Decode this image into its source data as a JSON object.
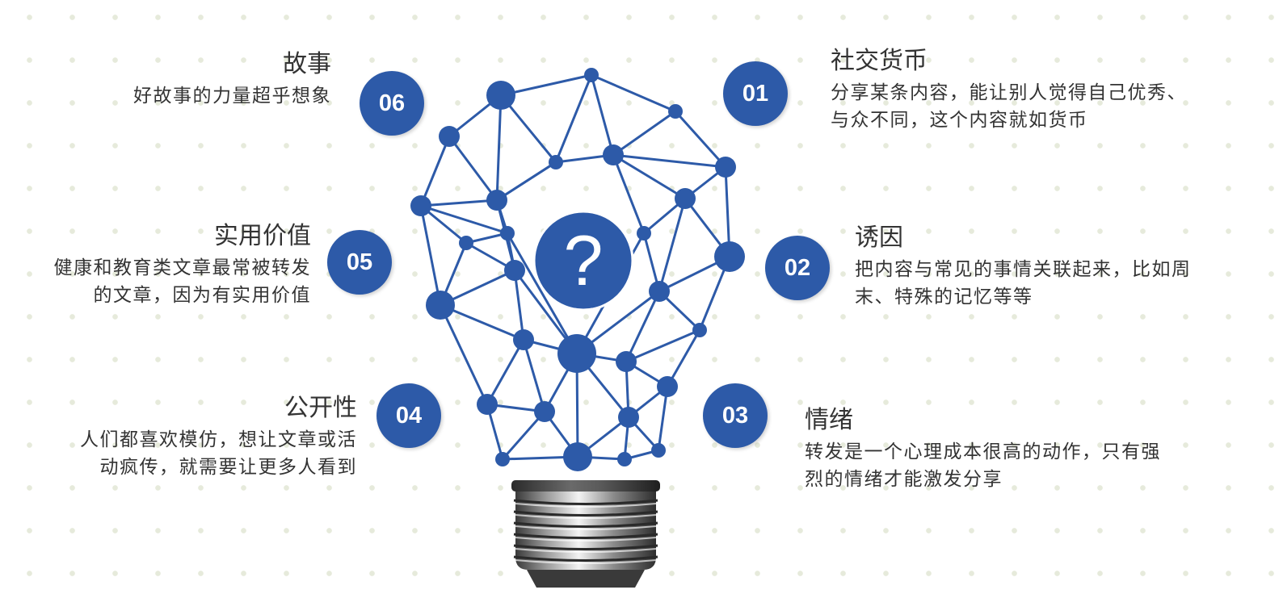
{
  "center": {
    "symbol": "?"
  },
  "items": [
    {
      "num": "01",
      "title": "社交货币",
      "lines": [
        "分享某条内容，能让别人觉得自己优秀、",
        "与众不同，这个内容就如货币"
      ]
    },
    {
      "num": "02",
      "title": "诱因",
      "lines": [
        "把内容与常见的事情关联起来，比如周",
        "末、特殊的记忆等等"
      ]
    },
    {
      "num": "03",
      "title": "情绪",
      "lines": [
        "转发是一个心理成本很高的动作，只有强",
        "烈的情绪才能激发分享"
      ]
    },
    {
      "num": "04",
      "title": "公开性",
      "lines": [
        "人们都喜欢模仿，想让文章或活",
        "动疯传，就需要让更多人看到"
      ]
    },
    {
      "num": "05",
      "title": "实用价值",
      "lines": [
        "健康和教育类文章最常被转发",
        "的文章，因为有实用价值"
      ]
    },
    {
      "num": "06",
      "title": "故事",
      "lines": [
        "好故事的力量超乎想象"
      ]
    }
  ],
  "colors": {
    "accent": "#2d5aa8",
    "node": "#2d5aa8",
    "text": "#333333"
  },
  "icons": {
    "bulb": "light-bulb-network-icon"
  }
}
